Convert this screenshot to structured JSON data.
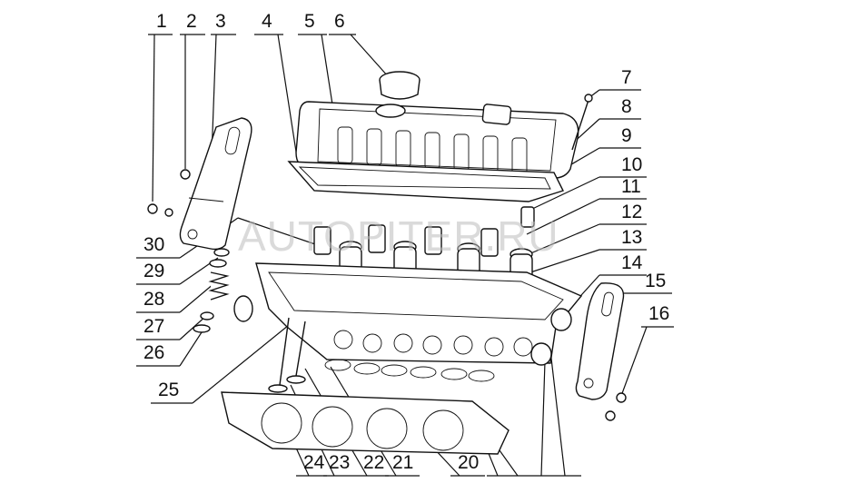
{
  "watermark": "AUTOPITER.RU",
  "callouts": {
    "c1": "1",
    "c2": "2",
    "c3": "3",
    "c4": "4",
    "c5": "5",
    "c6": "6",
    "c7": "7",
    "c8": "8",
    "c9": "9",
    "c10": "10",
    "c11": "11",
    "c12": "12",
    "c13": "13",
    "c14": "14",
    "c15": "15",
    "c16": "16",
    "c20": "20",
    "c21": "21",
    "c22": "22",
    "c23": "23",
    "c24": "24",
    "c25": "25",
    "c26": "26",
    "c27": "27",
    "c28": "28",
    "c29": "29",
    "c30": "30"
  }
}
